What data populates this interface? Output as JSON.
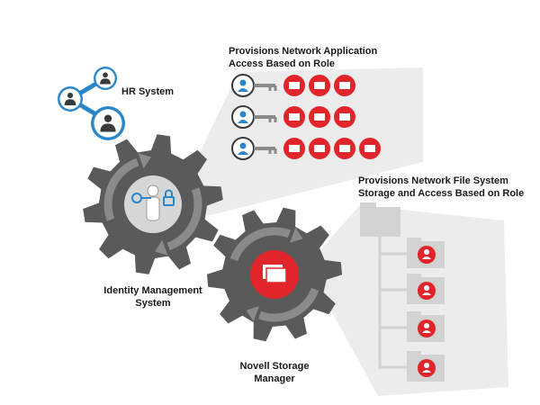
{
  "labels": {
    "hr_system": "HR System",
    "apps_title_line1": "Provisions Network Application",
    "apps_title_line2": "Access Based on Role",
    "files_title_line1": "Provisions Network File System",
    "files_title_line2": "Storage and Access Based on Role",
    "idm_line1": "Identity Management",
    "idm_line2": "System",
    "storage_line1": "Novell Storage",
    "storage_line2": "Manager"
  },
  "colors": {
    "gear": "#5a5a5a",
    "gear_hub": "#d6d6d6",
    "arrow": "#8a8a8a",
    "accent_red": "#e0262b",
    "person_blue": "#2a86c8",
    "person_dark": "#3a3a3a",
    "folder_gray": "#d2d2d2",
    "beam_gray": "#ececec",
    "text": "#1a1a1a"
  },
  "role_rows": [
    {
      "key_icon": "person-key-icon",
      "apps": [
        "book-icon",
        "bank-icon",
        "mail-icon"
      ]
    },
    {
      "key_icon": "person-key-icon",
      "apps": [
        "browser-icon",
        "org-chart-icon",
        "mail-icon"
      ]
    },
    {
      "key_icon": "person-key-icon",
      "apps": [
        "handshake-icon",
        "bar-chart-icon",
        "pie-chart-icon",
        "mail-icon"
      ]
    }
  ],
  "file_folders": [
    {
      "icon": "group-icon"
    },
    {
      "icon": "person-icon"
    },
    {
      "icon": "person-icon"
    },
    {
      "icon": "person-icon"
    }
  ]
}
